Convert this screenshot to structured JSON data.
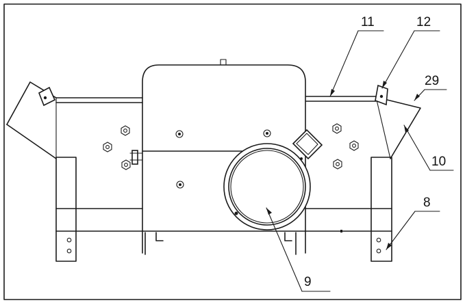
{
  "labels": {
    "label_11": "11",
    "label_12": "12",
    "label_29": "29",
    "label_10": "10",
    "label_8": "8",
    "label_9": "9"
  }
}
